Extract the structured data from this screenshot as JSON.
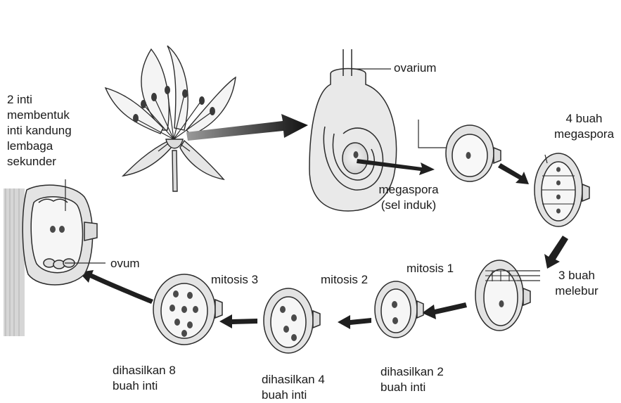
{
  "labels": {
    "secondary_nucleus": [
      "2 inti",
      "membentuk",
      "inti kandung",
      "lembaga",
      "sekunder"
    ],
    "ovarium": "ovarium",
    "four_megaspores": [
      "4 buah",
      "megaspora"
    ],
    "megaspore_mother": [
      "megaspora",
      "(sel induk)"
    ],
    "ovum": "ovum",
    "mitosis_1": "mitosis 1",
    "mitosis_2": "mitosis 2",
    "mitosis_3": "mitosis 3",
    "three_merge": [
      "3 buah",
      "melebur"
    ],
    "produced_2": [
      "dihasilkan 2",
      "buah inti"
    ],
    "produced_4": [
      "dihasilkan 4",
      "buah inti"
    ],
    "produced_8": [
      "dihasilkan 8",
      "buah inti"
    ]
  },
  "colors": {
    "line": "#2b2b2b",
    "fill_light": "#ececec",
    "fill_mid": "#d2d2d2",
    "nucleus": "#5a5a5a",
    "arrow": "#1f1f1f"
  }
}
